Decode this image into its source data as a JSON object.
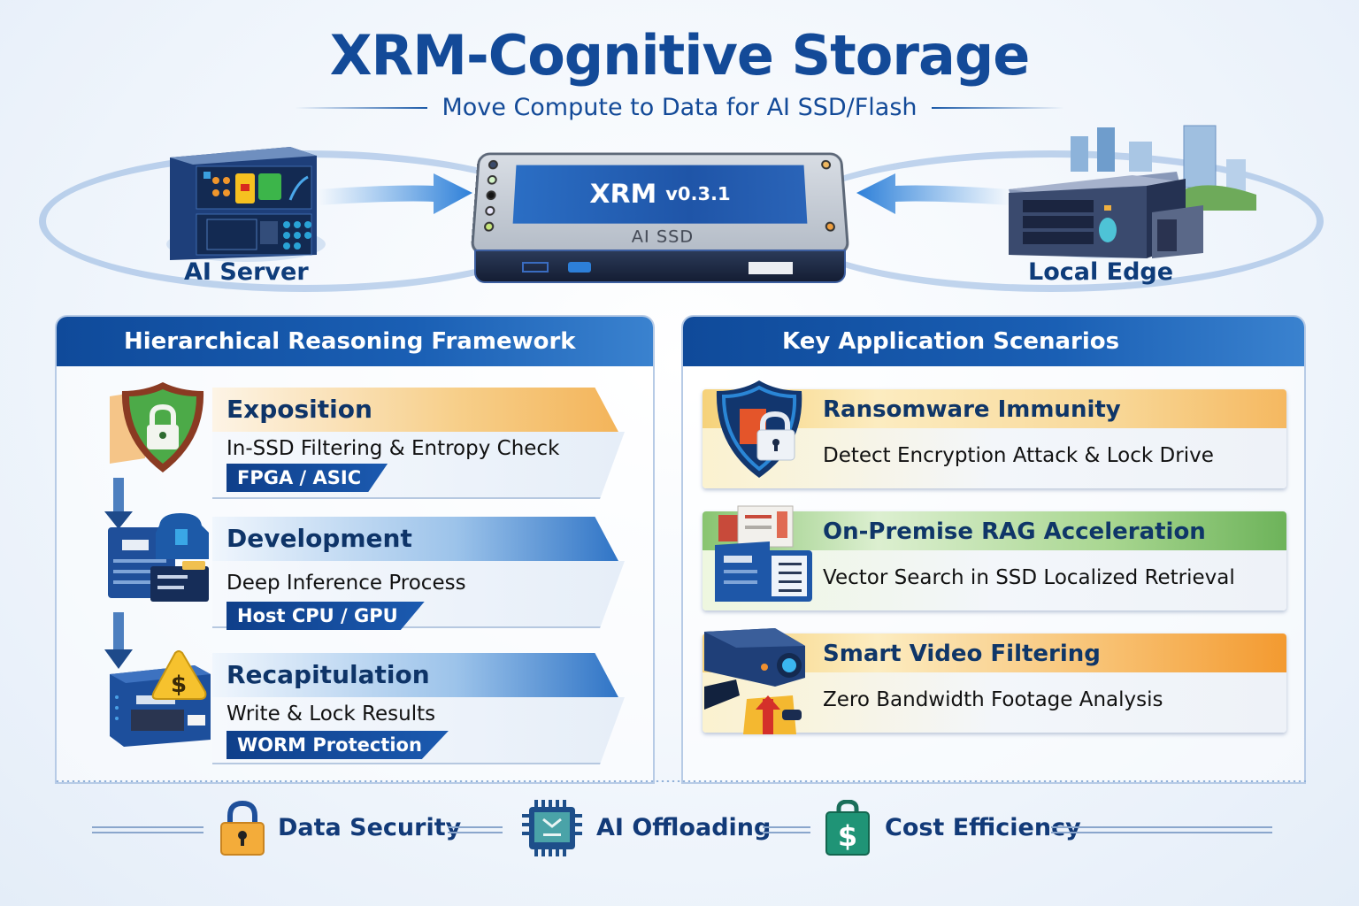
{
  "header": {
    "title": "XRM-Cognitive Storage",
    "subtitle": "Move Compute to Data for AI SSD/Flash"
  },
  "topology": {
    "left_node": {
      "label": "AI Server",
      "icon": "server-icon"
    },
    "center_device": {
      "brand": "XRM",
      "version": "v0.3.1",
      "model": "AI SSD",
      "icon": "ssd-icon"
    },
    "right_node": {
      "label": "Local Edge",
      "icon": "edge-server-icon"
    }
  },
  "framework_panel": {
    "title": "Hierarchical Reasoning Framework",
    "steps": [
      {
        "title": "Exposition",
        "description": "In-SSD Filtering & Entropy Check",
        "tag": "FPGA / ASIC",
        "icon": "shield-lock-icon",
        "band_color": "#f5b860"
      },
      {
        "title": "Development",
        "description": "Deep Inference Process",
        "tag": "Host CPU / GPU",
        "icon": "server-stack-icon",
        "band_color": "#3a7fcf"
      },
      {
        "title": "Recapitulation",
        "description": "Write & Lock Results",
        "tag": "WORM Protection",
        "icon": "storage-warning-icon",
        "band_color": "#3a7fcf"
      }
    ]
  },
  "scenarios_panel": {
    "title": "Key Application Scenarios",
    "cards": [
      {
        "title": "Ransomware Immunity",
        "description": "Detect Encryption Attack & Lock Drive",
        "icon": "shield-padlock-icon",
        "band_color": "#f5b860"
      },
      {
        "title": "On-Premise RAG Acceleration",
        "description": "Vector Search in SSD Localized Retrieval",
        "icon": "document-server-icon",
        "band_color": "#6db35a"
      },
      {
        "title": "Smart Video Filtering",
        "description": "Zero Bandwidth Footage  Analysis",
        "icon": "security-camera-icon",
        "band_color": "#f39a30"
      }
    ]
  },
  "footer": {
    "features": [
      {
        "label": "Data Security",
        "icon": "padlock-icon"
      },
      {
        "label": "AI Offloading",
        "icon": "chip-icon"
      },
      {
        "label": "Cost Efficiency",
        "icon": "money-bag-icon"
      }
    ]
  },
  "colors": {
    "primary": "#134a98",
    "accent_orange": "#f5b860",
    "accent_green": "#6db35a",
    "panel_header": "#1a5fb4"
  }
}
